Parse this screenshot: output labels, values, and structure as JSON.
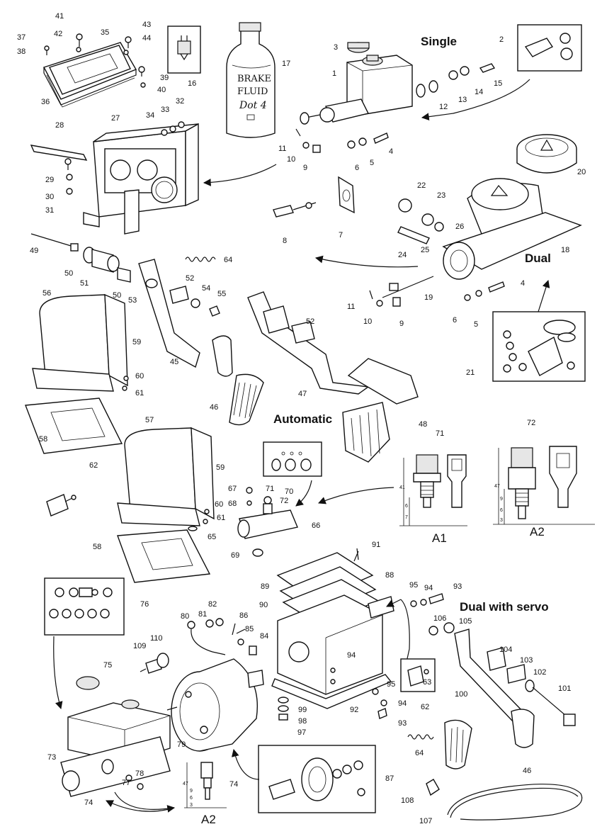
{
  "sections": {
    "single": "Single",
    "dual": "Dual",
    "automatic": "Automatic",
    "dual_with_servo": "Dual with servo"
  },
  "sensor_variants": {
    "a1": "A1",
    "a2_upper": "A2",
    "a2_lower": "A2"
  },
  "bottle": {
    "line1": "BRAKE",
    "line2": "FLUID",
    "line3": "Dot 4"
  },
  "dimensions": {
    "a1": [
      "41",
      "6",
      "7"
    ],
    "a2": [
      "47",
      "9",
      "6",
      "3"
    ],
    "a2_small": [
      "47",
      "9",
      "6",
      "3"
    ]
  },
  "part_numbers": {
    "p1": "1",
    "p2": "2",
    "p3": "3",
    "p4a": "4",
    "p4b": "4",
    "p5a": "5",
    "p5b": "5",
    "p6a": "6",
    "p6b": "6",
    "p7": "7",
    "p8": "8",
    "p9a": "9",
    "p9b": "9",
    "p10a": "10",
    "p10b": "10",
    "p11a": "11",
    "p11b": "11",
    "p12": "12",
    "p13": "13",
    "p14": "14",
    "p15": "15",
    "p16": "16",
    "p17": "17",
    "p18": "18",
    "p19": "19",
    "p20": "20",
    "p21": "21",
    "p22": "22",
    "p23": "23",
    "p24": "24",
    "p25": "25",
    "p26": "26",
    "p27": "27",
    "p28": "28",
    "p29": "29",
    "p30": "30",
    "p31": "31",
    "p32": "32",
    "p33": "33",
    "p34": "34",
    "p35": "35",
    "p36": "36",
    "p37": "37",
    "p38": "38",
    "p39": "39",
    "p40": "40",
    "p41": "41",
    "p42": "42",
    "p43": "43",
    "p44": "44",
    "p45": "45",
    "p46a": "46",
    "p46b": "46",
    "p47": "47",
    "p48": "48",
    "p49": "49",
    "p50a": "50",
    "p50b": "50",
    "p51": "51",
    "p52a": "52",
    "p52b": "52",
    "p53": "53",
    "p54": "54",
    "p55": "55",
    "p56": "56",
    "p57": "57",
    "p58a": "58",
    "p58b": "58",
    "p59a": "59",
    "p59b": "59",
    "p60a": "60",
    "p60b": "60",
    "p61a": "61",
    "p61b": "61",
    "p62a": "62",
    "p62b": "62",
    "p63": "63",
    "p64a": "64",
    "p64b": "64",
    "p65": "65",
    "p66": "66",
    "p67": "67",
    "p68": "68",
    "p69": "69",
    "p70": "70",
    "p71a": "71",
    "p71b": "71",
    "p72a": "72",
    "p72b": "72",
    "p73": "73",
    "p74a": "74",
    "p74b": "74",
    "p75": "75",
    "p76": "76",
    "p77": "77",
    "p78": "78",
    "p79": "79",
    "p80": "80",
    "p81": "81",
    "p82": "82",
    "p84": "84",
    "p85": "85",
    "p86": "86",
    "p87": "87",
    "p88": "88",
    "p89": "89",
    "p90": "90",
    "p91": "91",
    "p92": "92",
    "p93a": "93",
    "p93b": "93",
    "p94a": "94",
    "p94b": "94",
    "p94c": "94",
    "p95a": "95",
    "p95b": "95",
    "p97": "97",
    "p98": "98",
    "p99": "99",
    "p100": "100",
    "p101": "101",
    "p102": "102",
    "p103": "103",
    "p104": "104",
    "p105": "105",
    "p106": "106",
    "p107": "107",
    "p108": "108",
    "p109": "109",
    "p110": "110"
  }
}
